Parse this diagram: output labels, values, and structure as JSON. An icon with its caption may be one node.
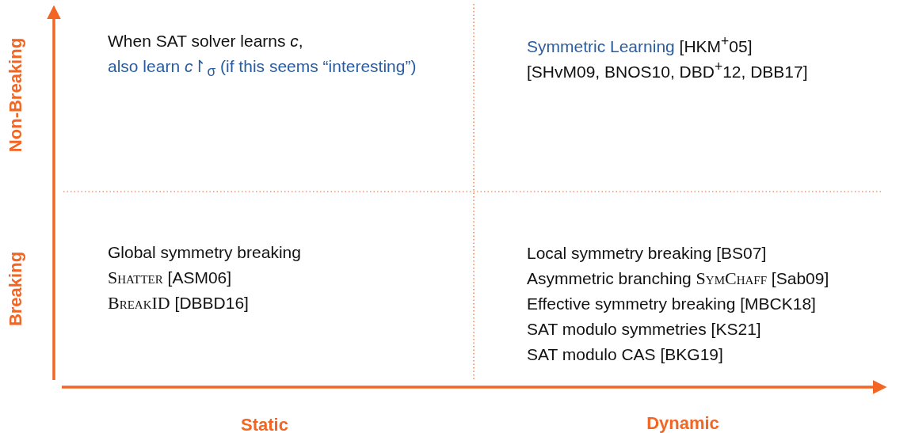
{
  "diagram": {
    "labels": [
      "Non-Breaking",
      "Breaking",
      "When SAT solver learns *c*,",
      "also learn *c*↾$_{σ}$ (if this seems “interesting”)",
      "Symmetric Learning",
      "[HKM$^{+}$05]",
      "[SHvM09, BNOS10, DBD$^{+}$12, DBB17]",
      "Global symmetry breaking",
      "Shatter",
      "[ASM06]",
      "BreakID",
      "[DBBD16]",
      "Local symmetry breaking [BS07]",
      "Asymmetric branching",
      "SymChaff",
      "[Sab09]",
      "Effective symmetry breaking [MBCK18]",
      "SAT modulo symmetries [KS21]",
      "SAT modulo CAS [BKG19]",
      "Static",
      "Dynamic"
    ]
  }
}
